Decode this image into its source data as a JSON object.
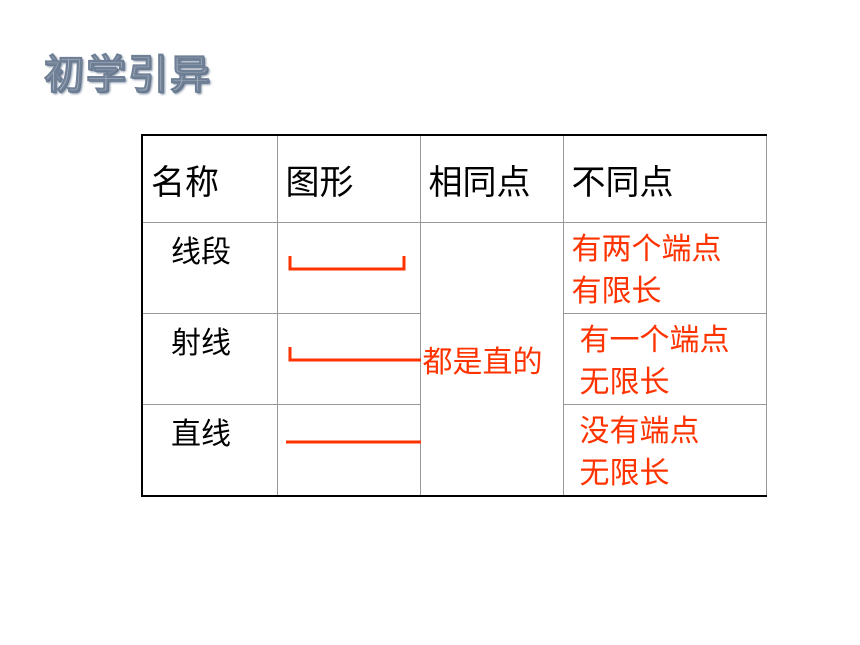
{
  "title": "初学引异",
  "colors": {
    "accent": "#ff3300",
    "title": "#aab4c2"
  },
  "table": {
    "headers": [
      "名称",
      "图形",
      "相同点",
      "不同点"
    ],
    "same": "都是直的",
    "rows": [
      {
        "name": "线段",
        "shape": "segment-icon",
        "diff": [
          "有两个端点",
          "有限长"
        ]
      },
      {
        "name": "射线",
        "shape": "ray-icon",
        "diff": [
          "有一个端点",
          "无限长"
        ]
      },
      {
        "name": "直线",
        "shape": "line-icon",
        "diff": [
          "没有端点",
          "无限长"
        ]
      }
    ]
  }
}
